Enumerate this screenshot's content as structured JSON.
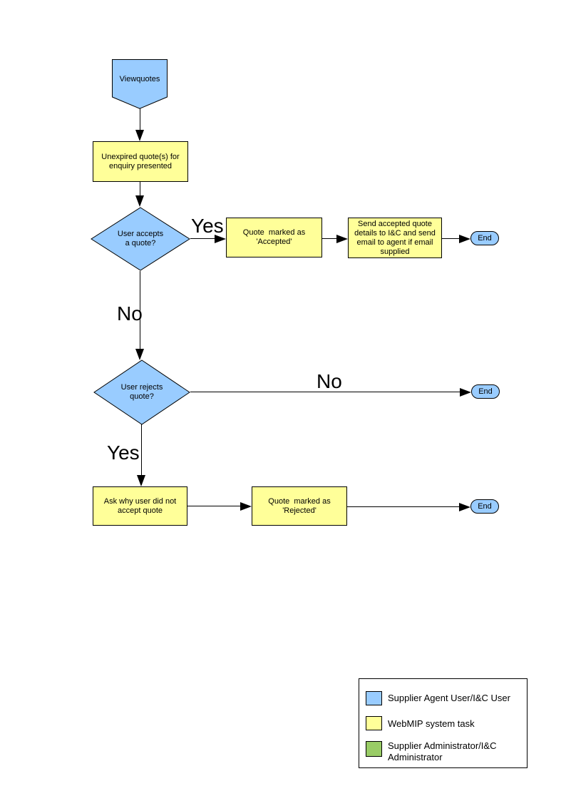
{
  "diagram": {
    "colors": {
      "user_task_fill": "#99CCFF",
      "system_task_fill": "#FFFF99",
      "admin_task_fill": "#99CC66",
      "outline": "#000000"
    },
    "nodes": {
      "start": {
        "label": "Viewquotes"
      },
      "unexpired": {
        "label": "Unexpired quote(s) for\nenquiry presented"
      },
      "accept_decision": {
        "label": "User accepts\na quote?"
      },
      "accepted": {
        "label": "Quote  marked as\n'Accepted'"
      },
      "send_details": {
        "label": "Send accepted quote\ndetails to I&C and send\nemail to agent if email\nsupplied"
      },
      "end_accept": {
        "label": "End"
      },
      "reject_decision": {
        "label": "User rejects\nquote?"
      },
      "end_reject_no": {
        "label": "End"
      },
      "ask_why": {
        "label": "Ask why user did not\naccept quote"
      },
      "rejected": {
        "label": "Quote  marked as\n'Rejected'"
      },
      "end_reject_yes": {
        "label": "End"
      }
    },
    "edge_labels": {
      "accept_yes": "Yes",
      "accept_no": "No",
      "reject_no": "No",
      "reject_yes": "Yes"
    },
    "legend": {
      "items": [
        {
          "color": "#99CCFF",
          "label": "Supplier Agent User/I&C User"
        },
        {
          "color": "#FFFF99",
          "label": "WebMIP system task"
        },
        {
          "color": "#99CC66",
          "label": "Supplier Administrator/I&C\nAdministrator"
        }
      ]
    }
  }
}
